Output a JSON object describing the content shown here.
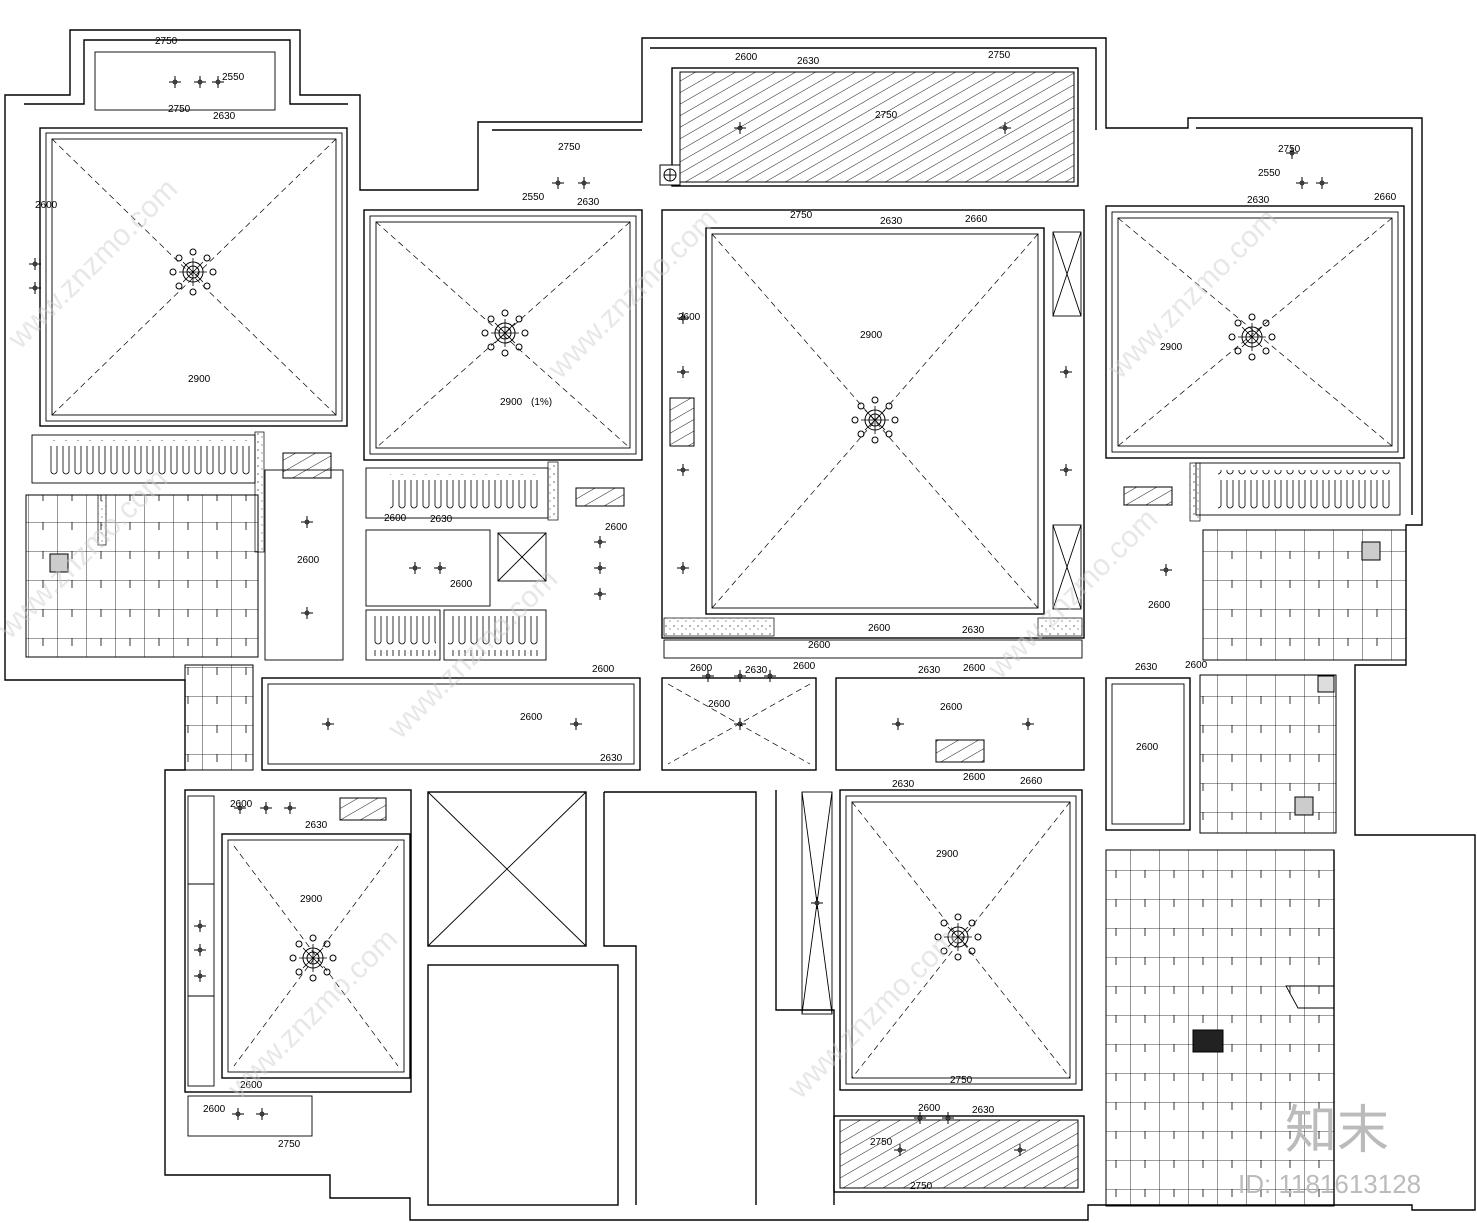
{
  "watermark": {
    "site": "www.znzmo.com",
    "brand": "知末",
    "id_text": "ID: 1181613128"
  },
  "levels": {
    "l2550": "2550",
    "l2600": "2600",
    "l2630": "2630",
    "l2660": "2660",
    "l2750": "2750",
    "l2900": "2900",
    "note": "(1%)"
  }
}
